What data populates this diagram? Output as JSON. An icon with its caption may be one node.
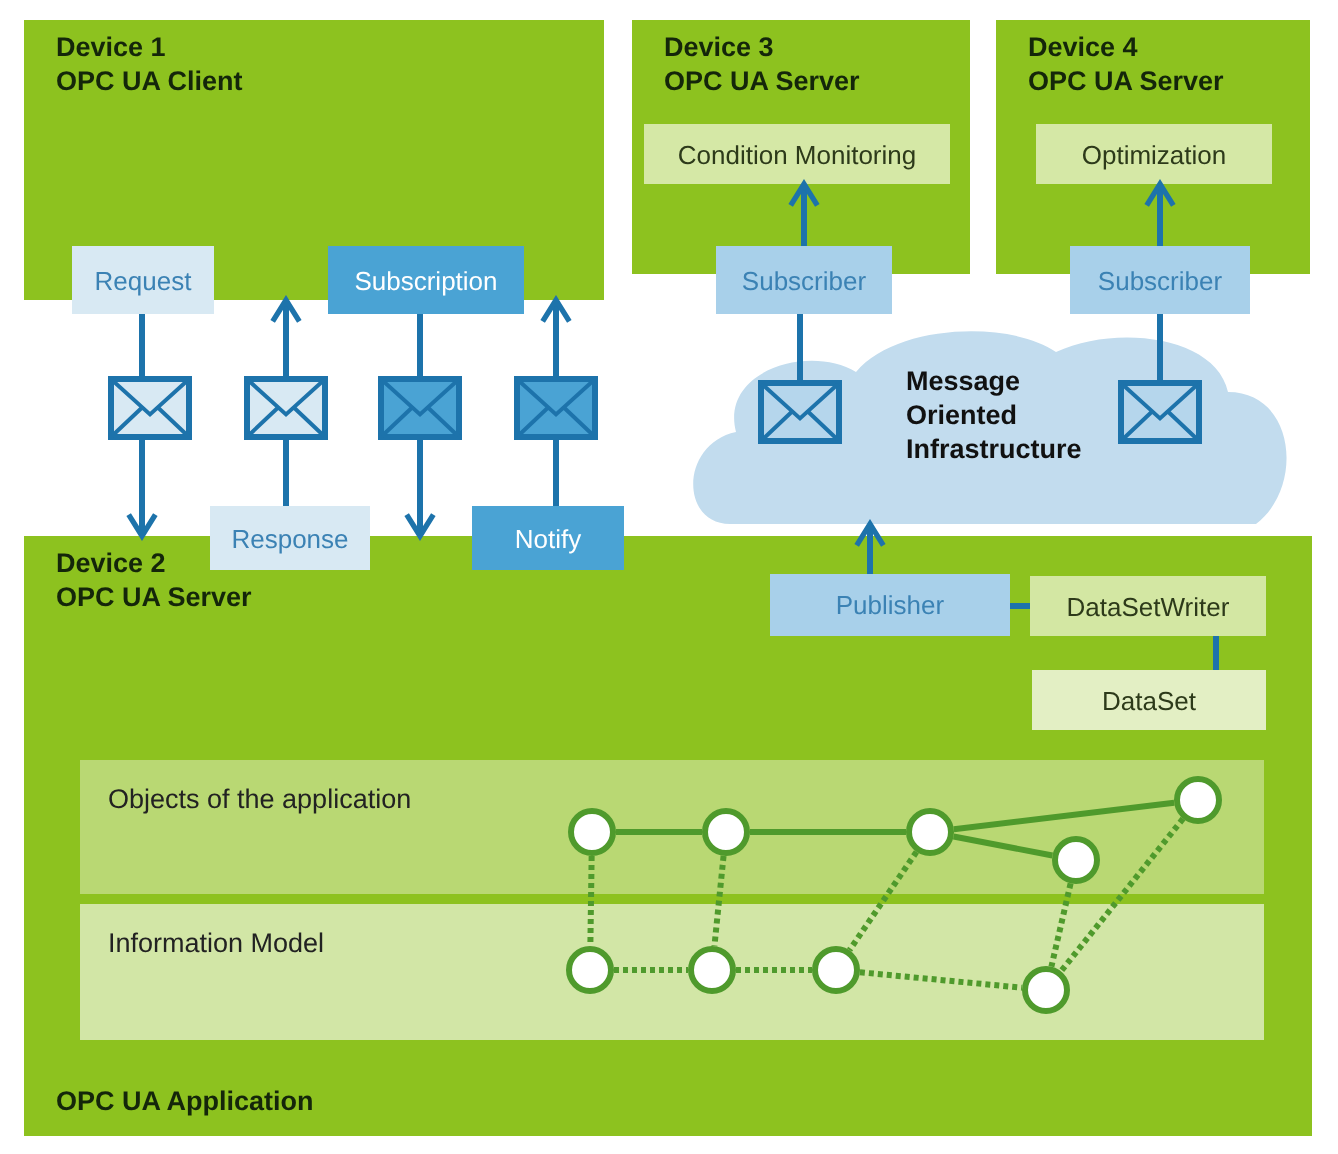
{
  "diagram": {
    "nodes": [
      {
        "text": [
          "Device 1",
          "OPC UA Client"
        ]
      },
      {
        "text": [
          "Device 3",
          "OPC UA Server"
        ]
      },
      {
        "text": [
          "Condition Monitoring"
        ],
        "in": 1
      },
      {
        "text": [
          "Device 4",
          "OPC UA Server"
        ]
      },
      {
        "text": [
          "Optimization"
        ],
        "in": 3
      },
      {
        "text": [
          "Request"
        ]
      },
      {
        "text": [
          "Subscription"
        ]
      },
      {
        "text": [
          "Subscriber"
        ]
      },
      {
        "text": [
          "Subscriber"
        ]
      },
      {
        "text": [
          "Message Oriented Infrastructure"
        ]
      },
      {
        "text": [],
        "shape": "box",
        "in": 9
      },
      {
        "text": [],
        "shape": "box",
        "in": 9
      },
      {
        "text": [
          "Response"
        ]
      },
      {
        "text": [
          "Notify"
        ]
      },
      {
        "text": [
          "Device 2",
          "OPC UA Server",
          "OPC UA Application"
        ]
      },
      {
        "text": [
          "Publisher"
        ],
        "in": 14
      },
      {
        "text": [
          "DataSetWriter"
        ],
        "in": 14
      },
      {
        "text": [
          "DataSet"
        ],
        "in": 14
      },
      {
        "text": [
          "Objects of the application"
        ],
        "in": 14
      },
      {
        "text": [
          "Information Model"
        ],
        "in": 14
      },
      {
        "text": [],
        "shape": "circle",
        "in": 18
      },
      {
        "text": [],
        "shape": "circle",
        "in": 18
      },
      {
        "text": [],
        "shape": "circle",
        "in": 18
      },
      {
        "text": [],
        "shape": "circle",
        "in": 18
      },
      {
        "text": [],
        "shape": "circle",
        "in": 18
      },
      {
        "text": [],
        "shape": "circle",
        "in": 19
      },
      {
        "text": [],
        "shape": "circle",
        "in": 19
      },
      {
        "text": [],
        "shape": "circle",
        "in": 19
      },
      {
        "text": [],
        "shape": "circle",
        "in": 19
      }
    ],
    "edges": [
      {
        "from": 5,
        "to": 14,
        "arrow": "to",
        "color": "#1d73ab"
      },
      {
        "from": 12,
        "to": 0,
        "arrow": "to",
        "color": "#1d73ab"
      },
      {
        "from": 6,
        "to": 14,
        "arrow": "to",
        "color": "#1d73ab"
      },
      {
        "from": 13,
        "to": 0,
        "arrow": "to",
        "color": "#1d73ab"
      },
      {
        "from": 7,
        "to": 2,
        "arrow": "to",
        "color": "#1d73ab"
      },
      {
        "from": 8,
        "to": 4,
        "arrow": "to",
        "color": "#1d73ab"
      },
      {
        "from": 7,
        "to": 10,
        "arrow": "none",
        "color": "#1d73ab"
      },
      {
        "from": 8,
        "to": 11,
        "arrow": "none",
        "color": "#1d73ab"
      },
      {
        "from": 15,
        "to": 9,
        "arrow": "to",
        "color": "#1d73ab"
      },
      {
        "from": 15,
        "to": 16,
        "arrow": "none",
        "color": "#1d73ab"
      },
      {
        "from": 16,
        "to": 17,
        "arrow": "none",
        "color": "#1d73ab"
      },
      {
        "from": 20,
        "to": 21,
        "arrow": "none"
      },
      {
        "from": 21,
        "to": 22,
        "arrow": "none"
      },
      {
        "from": 22,
        "to": 24,
        "arrow": "none"
      },
      {
        "from": 22,
        "to": 23,
        "arrow": "none"
      },
      {
        "from": 20,
        "to": 25,
        "arrow": "none",
        "style": "dashed"
      },
      {
        "from": 21,
        "to": 26,
        "arrow": "none",
        "style": "dashed"
      },
      {
        "from": 22,
        "to": 27,
        "arrow": "none",
        "style": "dashed"
      },
      {
        "from": 23,
        "to": 28,
        "arrow": "none",
        "style": "dashed"
      },
      {
        "from": 24,
        "to": 28,
        "arrow": "none",
        "style": "dashed"
      },
      {
        "from": 25,
        "to": 26,
        "arrow": "none",
        "style": "dashed"
      },
      {
        "from": 26,
        "to": 27,
        "arrow": "none",
        "style": "dashed"
      },
      {
        "from": 27,
        "to": 28,
        "arrow": "none",
        "style": "dashed"
      }
    ]
  }
}
